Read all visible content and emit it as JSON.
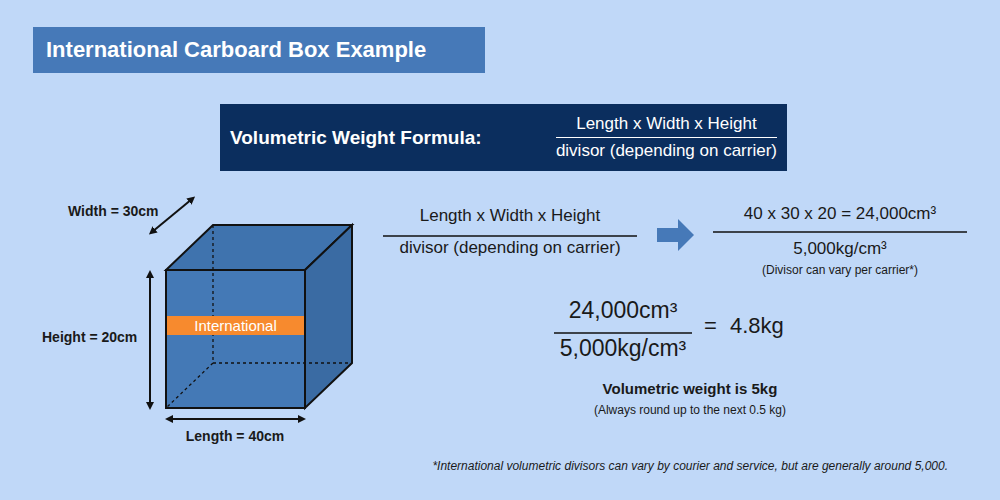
{
  "diagram": {
    "title": "International Carboard Box Example",
    "nodes": [
      {
        "text": [
          "Volumetric Weight Formula:",
          "Length x Width x Height",
          "divisor (depending on carrier)"
        ]
      },
      {
        "text": [
          "International"
        ]
      }
    ],
    "labels": [
      "Width = 30cm",
      "Height = 20cm",
      "Length = 40cm",
      "Length x Width x Height",
      "divisor (depending on carrier)",
      "40 x 30 x 20 = 24,000cm³",
      "5,000kg/cm³",
      "(Divisor can vary per carrier*)",
      "24,000cm³",
      "5,000kg/cm³",
      "=",
      "4.8kg",
      "Volumetric weight is 5kg",
      "(Always round up to the next 0.5 kg)"
    ],
    "caption": "*International volumetric divisors can vary by courier and service, but are generally around 5,000."
  }
}
